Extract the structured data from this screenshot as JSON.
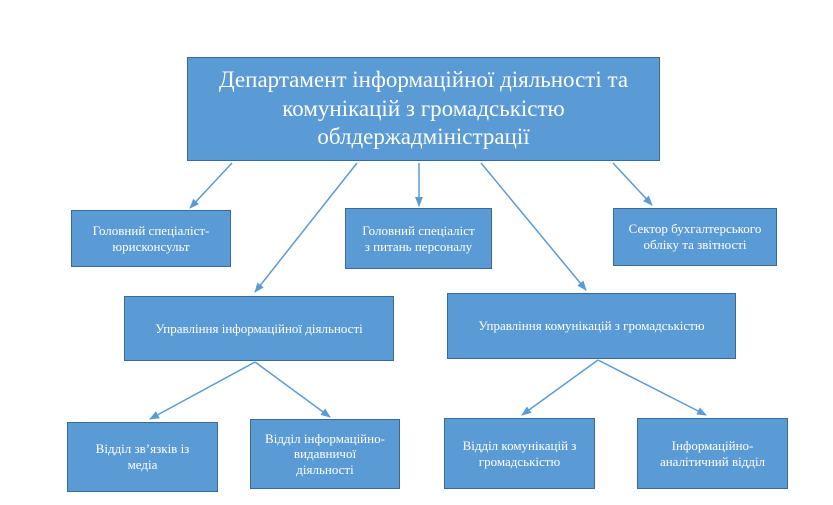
{
  "nodes": {
    "department": "Департамент інформаційної діяльності та\nкомунікацій з громадськістю\nоблдержадміністрації",
    "legal_specialist": "Головний спеціаліст-\nюрисконсульт",
    "personnel_specialist": "Головний спеціаліст\nз питань персоналу",
    "accounting_sector": "Сектор бухгалтерського\nобліку та звітності",
    "info_activity_management": "Управління інформаційної діяльності",
    "public_comm_management": "Управління комунікацій з громадськістю",
    "media_relations_dept": "Відділ зв’язків із\nмедіа",
    "publishing_dept": "Відділ інформаційно-\nвидавничої\nдіяльності",
    "public_comm_dept": "Відділ комунікацій з\nгромадськістю",
    "analytics_dept": "Інформаційно-\nаналітичний відділ"
  },
  "colors": {
    "box_fill": "#5b9bd5",
    "box_border": "#3a6a96",
    "arrow": "#5b9bd5",
    "text": "#ffffff"
  },
  "edges": [
    [
      "department",
      "legal_specialist"
    ],
    [
      "department",
      "info_activity_management"
    ],
    [
      "department",
      "personnel_specialist"
    ],
    [
      "department",
      "public_comm_management"
    ],
    [
      "department",
      "accounting_sector"
    ],
    [
      "info_activity_management",
      "media_relations_dept"
    ],
    [
      "info_activity_management",
      "publishing_dept"
    ],
    [
      "public_comm_management",
      "public_comm_dept"
    ],
    [
      "public_comm_management",
      "analytics_dept"
    ]
  ]
}
